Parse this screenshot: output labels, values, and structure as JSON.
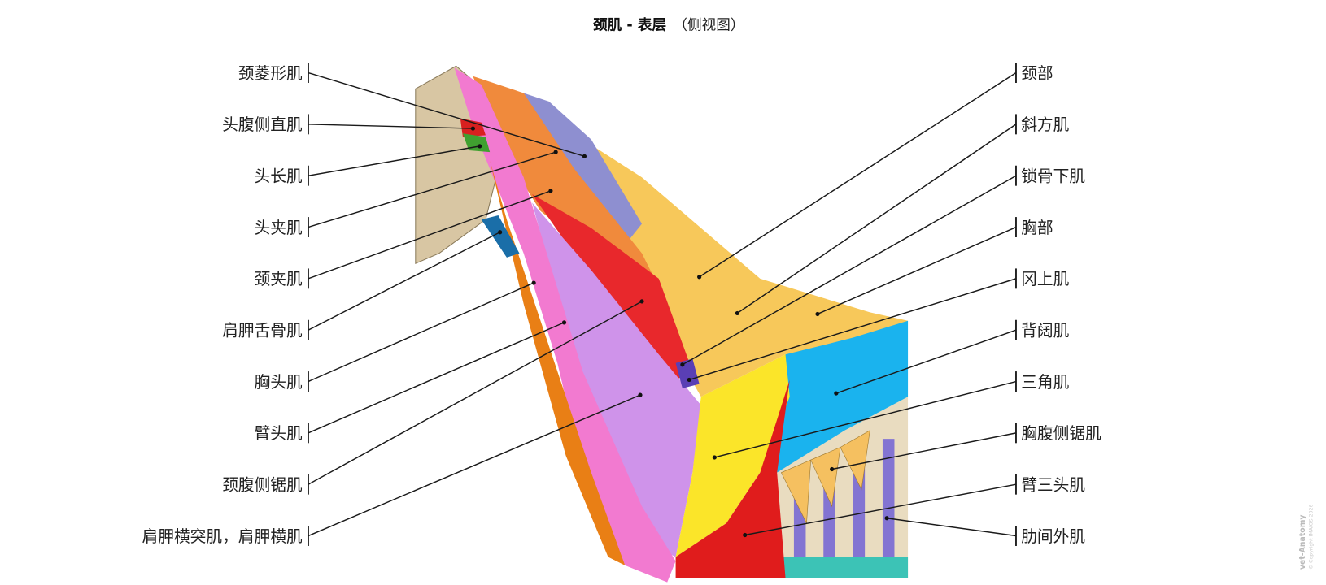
{
  "title": {
    "main": "颈肌 - 表层",
    "sub": "（侧视图）"
  },
  "labels_left": [
    "颈菱形肌",
    "头腹侧直肌",
    "头长肌",
    "头夹肌",
    "颈夹肌",
    "肩胛舌骨肌",
    "胸头肌",
    "臂头肌",
    "颈腹侧锯肌",
    "肩胛横突肌，肩胛横肌"
  ],
  "labels_right": [
    "颈部",
    "斜方肌",
    "锁骨下肌",
    "胸部",
    "冈上肌",
    "背阔肌",
    "三角肌",
    "胸腹侧锯肌",
    "臂三头肌",
    "肋间外肌"
  ],
  "watermark": {
    "brand": "vet-Anatomy",
    "copyright": "© Copyright IMAIOS 2026"
  },
  "colors": {
    "bone": "#d8c6a3",
    "trapezius": "#f7c85a",
    "brachiocephalicus": "#f27ad0",
    "omotransversarius": "#cf93ea",
    "serratus": "#e8282c",
    "splenius": "#f08a3c",
    "rhomboid": "#8e8fd0",
    "supraspinatus": "#1ab3ee",
    "deltoid": "#fbe529",
    "triceps": "#e01c1c",
    "intercostal": "#7060d8"
  }
}
